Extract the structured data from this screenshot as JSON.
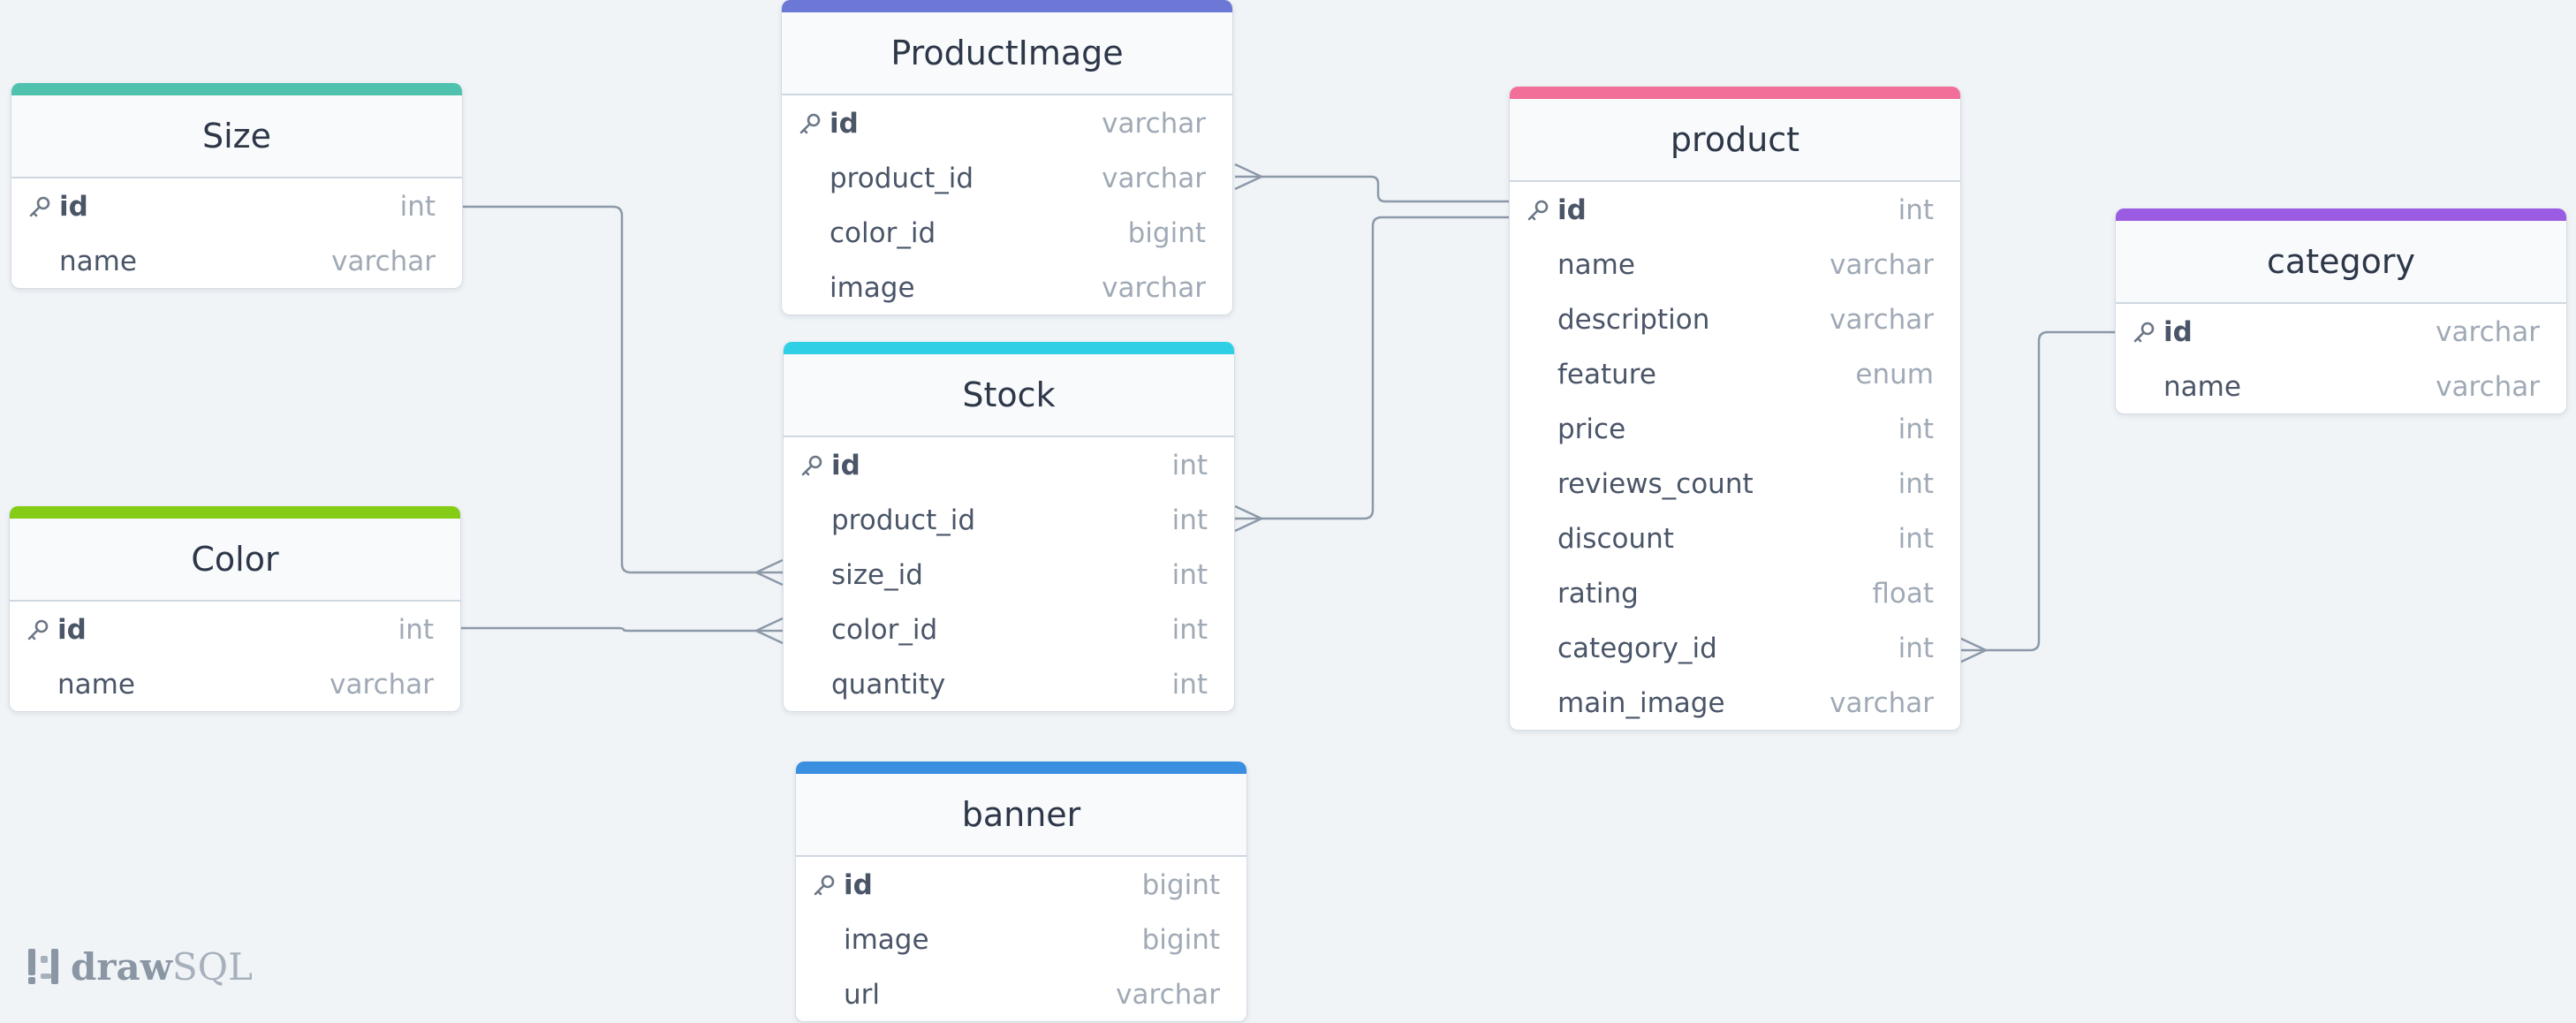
{
  "colors": {
    "background": "#f0f4f7",
    "line": "#8c99a8",
    "size": "#4fc2ae",
    "productimage": "#6b78d6",
    "stock": "#2fd0e6",
    "color": "#84cc16",
    "banner": "#3b8fe0",
    "product": "#f16f98",
    "category": "#9b5be3"
  },
  "tables": {
    "size": {
      "name": "Size",
      "fields": [
        {
          "name": "id",
          "type": "int"
        },
        {
          "name": "name",
          "type": "varchar"
        }
      ]
    },
    "productimage": {
      "name": "ProductImage",
      "fields": [
        {
          "name": "id",
          "type": "varchar"
        },
        {
          "name": "product_id",
          "type": "varchar"
        },
        {
          "name": "color_id",
          "type": "bigint"
        },
        {
          "name": "image",
          "type": "varchar"
        }
      ]
    },
    "stock": {
      "name": "Stock",
      "fields": [
        {
          "name": "id",
          "type": "int"
        },
        {
          "name": "product_id",
          "type": "int"
        },
        {
          "name": "size_id",
          "type": "int"
        },
        {
          "name": "color_id",
          "type": "int"
        },
        {
          "name": "quantity",
          "type": "int"
        }
      ]
    },
    "color": {
      "name": "Color",
      "fields": [
        {
          "name": "id",
          "type": "int"
        },
        {
          "name": "name",
          "type": "varchar"
        }
      ]
    },
    "banner": {
      "name": "banner",
      "fields": [
        {
          "name": "id",
          "type": "bigint"
        },
        {
          "name": "image",
          "type": "bigint"
        },
        {
          "name": "url",
          "type": "varchar"
        }
      ]
    },
    "product": {
      "name": "product",
      "fields": [
        {
          "name": "id",
          "type": "int"
        },
        {
          "name": "name",
          "type": "varchar"
        },
        {
          "name": "description",
          "type": "varchar"
        },
        {
          "name": "feature",
          "type": "enum"
        },
        {
          "name": "price",
          "type": "int"
        },
        {
          "name": "reviews_count",
          "type": "int"
        },
        {
          "name": "discount",
          "type": "int"
        },
        {
          "name": "rating",
          "type": "float"
        },
        {
          "name": "category_id",
          "type": "int"
        },
        {
          "name": "main_image",
          "type": "varchar"
        }
      ]
    },
    "category": {
      "name": "category",
      "fields": [
        {
          "name": "id",
          "type": "varchar"
        },
        {
          "name": "name",
          "type": "varchar"
        }
      ]
    }
  },
  "relations": [
    {
      "from": "productimage.product_id",
      "to": "product.id"
    },
    {
      "from": "stock.product_id",
      "to": "product.id"
    },
    {
      "from": "stock.size_id",
      "to": "size.id"
    },
    {
      "from": "stock.color_id",
      "to": "color.id"
    },
    {
      "from": "product.category_id",
      "to": "category.id"
    }
  ],
  "brand": {
    "bold": "draw",
    "light": "SQL"
  }
}
